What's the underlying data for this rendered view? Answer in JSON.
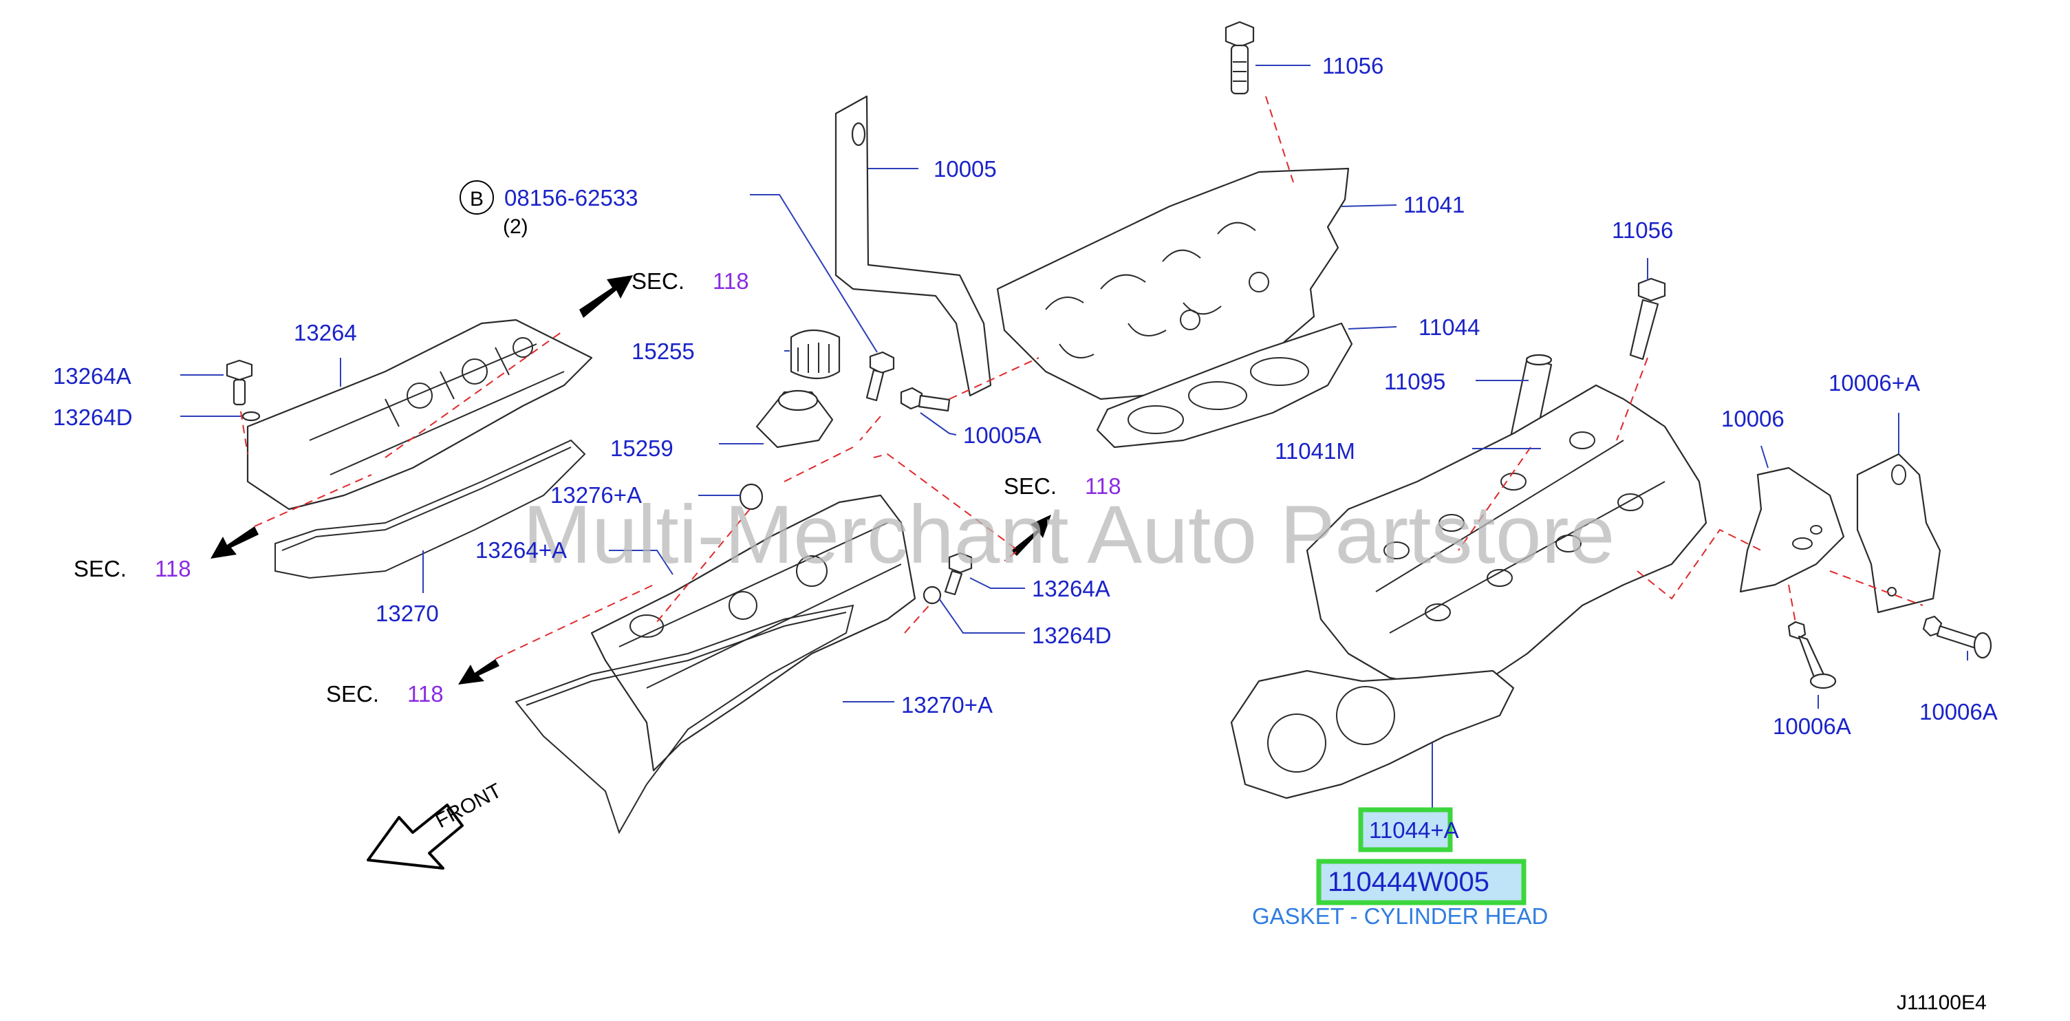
{
  "labels": {
    "p11056_top": "11056",
    "p10005": "10005",
    "p11041": "11041",
    "p08156": "08156-62533",
    "p08156_qty": "(2)",
    "p08156_badge": "B",
    "p11056_mid": "11056",
    "p13264": "13264",
    "p15255": "15255",
    "p11044": "11044",
    "p13264A_left": "13264A",
    "p13264D_left": "13264D",
    "p11095": "11095",
    "p10006A_plus_top": "10006+A",
    "p10005A": "10005A",
    "p15259": "15259",
    "p10006": "10006",
    "p11041M": "11041M",
    "p13276A": "13276+A",
    "p13264plusA": "13264+A",
    "p13264A_mid": "13264A",
    "p13264D_mid": "13264D",
    "p13270": "13270",
    "p13270A": "13270+A",
    "p10006A_bottom_left": "10006A",
    "p10006A_bottom_right": "10006A",
    "p11044A": "11044+A",
    "p110444W005": "110444W005",
    "description": "GASKET - CYLINDER HEAD",
    "front": "FRONT",
    "diagram_code": "J11100E4"
  },
  "sections": {
    "word": "SEC.",
    "number": "118"
  },
  "watermark": "Multi-Merchant Auto Partstore",
  "colors": {
    "label": "#1a23c8",
    "section_number": "#8a2be2",
    "description": "#2f7de0",
    "highlight": "#3cd63c",
    "highlight_fill": "#bfe3f7",
    "dashed_line": "#e0282a"
  }
}
